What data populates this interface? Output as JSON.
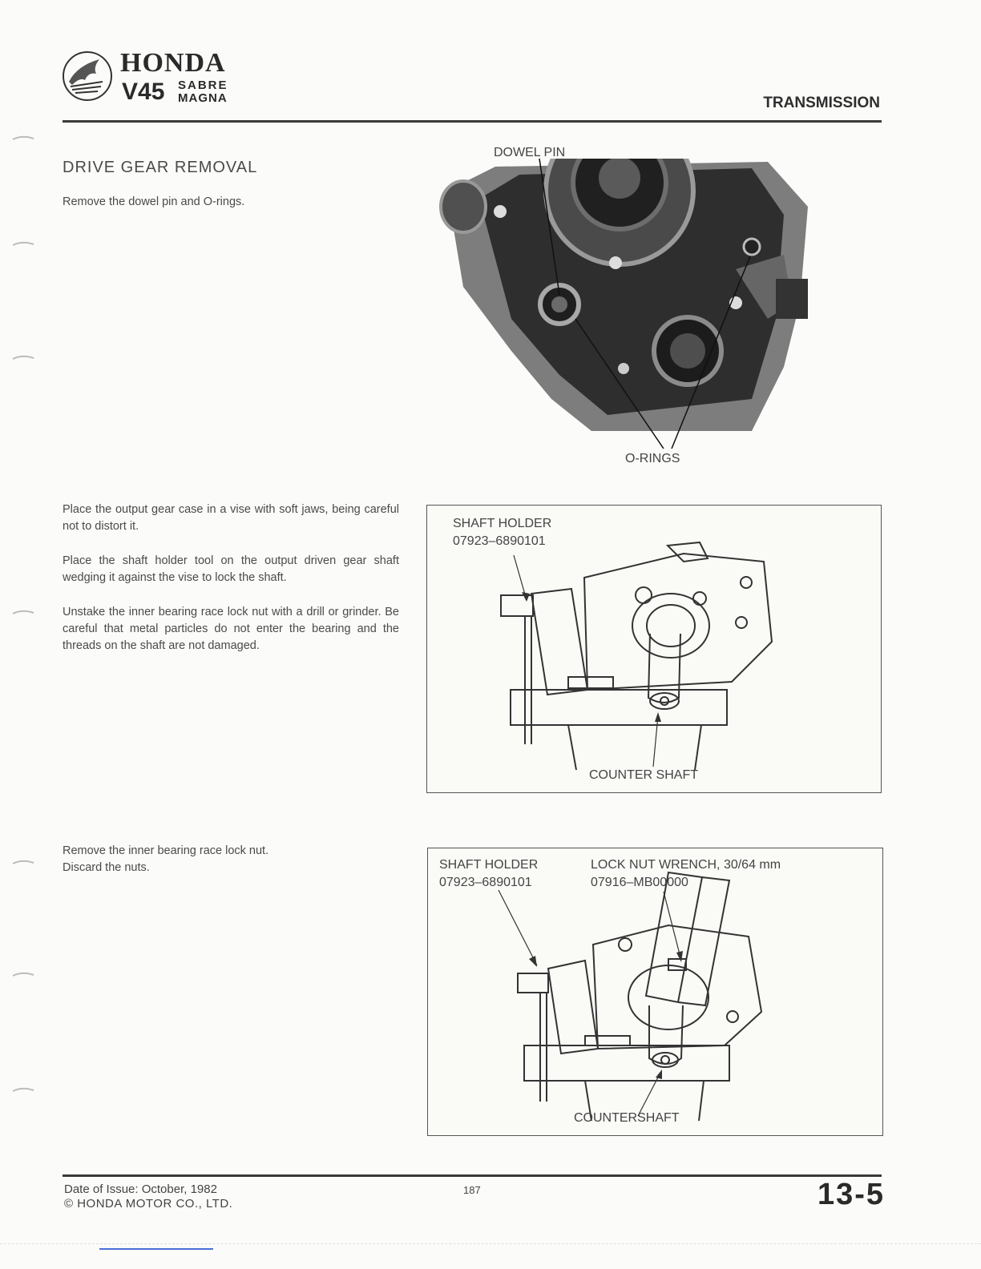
{
  "header": {
    "brand": "HONDA",
    "model": "V45",
    "variant_top": "SABRE",
    "variant_bottom": "MAGNA",
    "section": "TRANSMISSION"
  },
  "main": {
    "heading": "DRIVE GEAR REMOVAL",
    "step1": "Remove the dowel pin and O-rings.",
    "step2": "Place the output gear case in a vise with soft jaws, being careful not to distort it.",
    "step3": "Place the shaft holder tool on the output driven gear shaft wedging it against the vise to lock the shaft.",
    "step4": "Unstake the inner bearing race lock nut with a drill or grinder. Be careful that metal particles do not enter the bearing and the threads on the shaft are not damaged.",
    "step5_line1": "Remove the inner bearing race lock nut.",
    "step5_line2": "Discard the nuts."
  },
  "photo": {
    "label_top": "DOWEL PIN",
    "label_bottom": "O-RINGS"
  },
  "figure1": {
    "tool_name": "SHAFT HOLDER",
    "tool_number": "07923–6890101",
    "bottom_label": "COUNTER SHAFT"
  },
  "figure2": {
    "tool1_name": "SHAFT HOLDER",
    "tool1_number": "07923–6890101",
    "tool2_name": "LOCK NUT WRENCH, 30/64 mm",
    "tool2_number": "07916–MB00000",
    "bottom_label": "COUNTERSHAFT"
  },
  "footer": {
    "date": "Date of Issue: October, 1982",
    "copyright": "© HONDA MOTOR CO., LTD.",
    "page_number": "187",
    "page_code": "13-5"
  }
}
